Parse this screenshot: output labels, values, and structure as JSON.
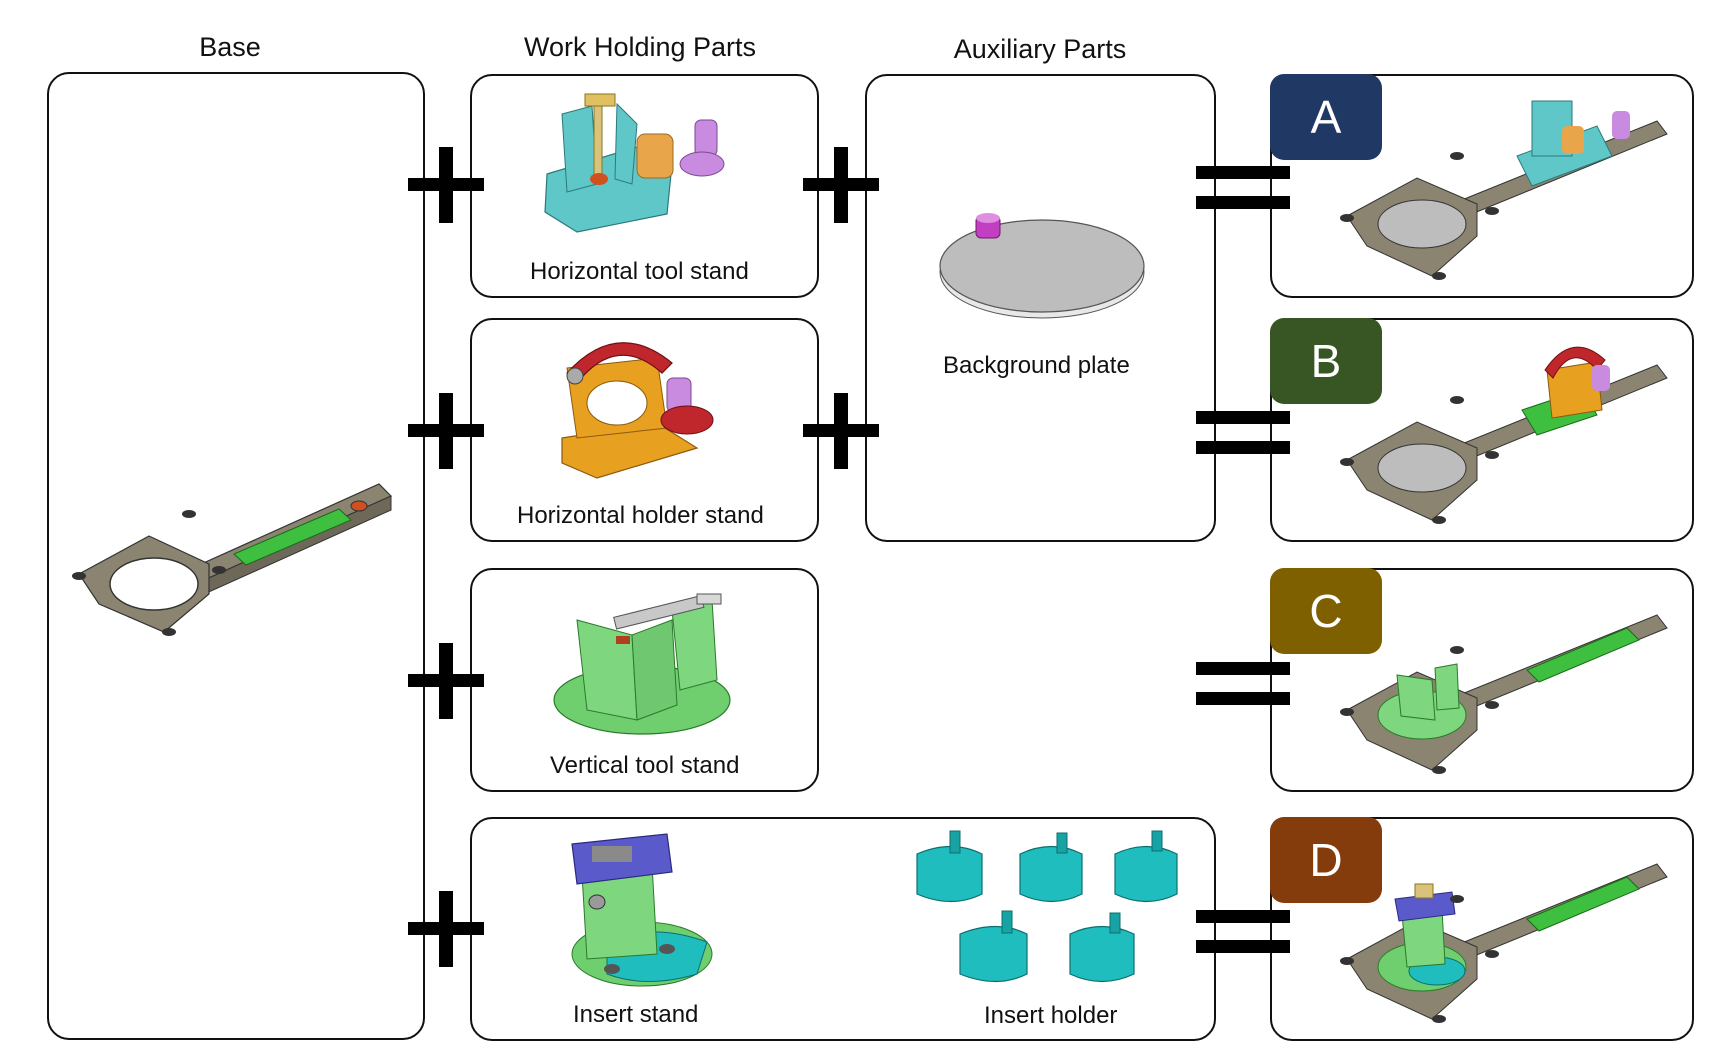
{
  "headers": {
    "base": "Base",
    "work_holding": "Work Holding Parts",
    "auxiliary": "Auxiliary Parts"
  },
  "parts": {
    "horizontal_tool_stand": "Horizontal tool stand",
    "horizontal_holder_stand": "Horizontal holder stand",
    "vertical_tool_stand": "Vertical tool stand",
    "insert_stand": "Insert stand",
    "insert_holder": "Insert holder",
    "background_plate": "Background plate"
  },
  "results": [
    {
      "label": "A",
      "color": "#1f3864"
    },
    {
      "label": "B",
      "color": "#375623"
    },
    {
      "label": "C",
      "color": "#7f6000"
    },
    {
      "label": "D",
      "color": "#843c0c"
    }
  ],
  "colors": {
    "base_metal": "#8a8470",
    "rail_green": "#3fbf3f",
    "tool_stand_teal": "#5fc7c7",
    "holder_red": "#c0272d",
    "holder_orange": "#e8a020",
    "vertical_green": "#7ed67e",
    "insert_blue": "#5a5acb",
    "insert_teal": "#1fbdbd",
    "plate_gray": "#bdbdbd",
    "knob_purple": "#c98be0"
  }
}
